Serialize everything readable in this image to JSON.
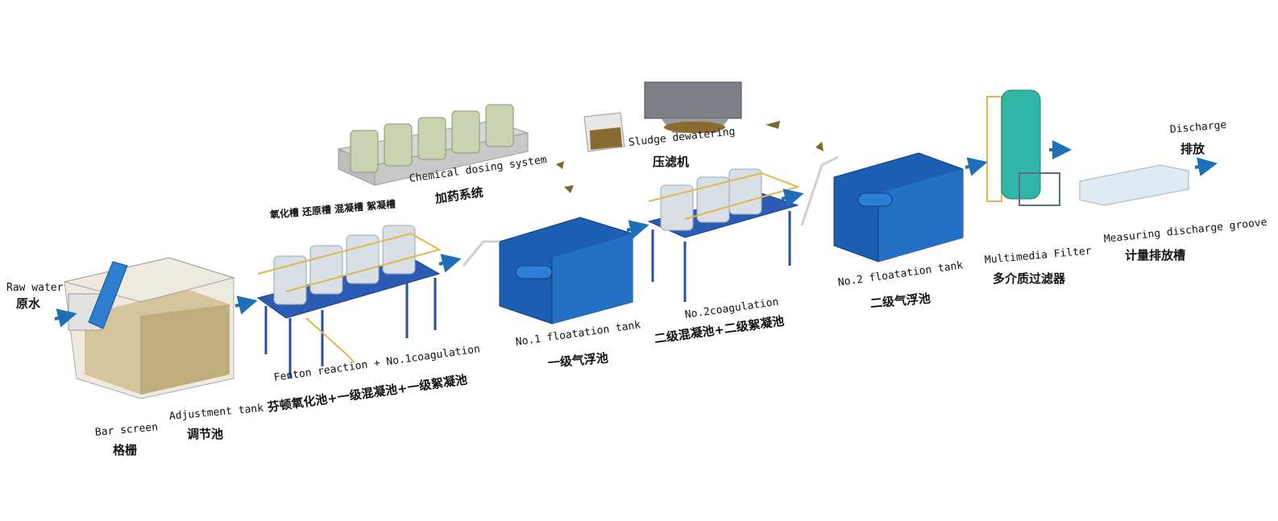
{
  "labels": {
    "raw_water_en": "Raw water",
    "raw_water_zh": "原水",
    "bar_screen_en": "Bar screen",
    "bar_screen_zh": "格栅",
    "adjustment_en": "Adjustment tank",
    "adjustment_zh": "调节池",
    "tank_names_zh": "氧化槽 还原槽 混凝槽 絮凝槽",
    "fenton_en": "Fenton reaction + No.1coagulation",
    "fenton_zh": "芬顿氧化池+一级混凝池+一级絮凝池",
    "chem_en": "Chemical dosing system",
    "chem_zh": "加药系统",
    "float1_en": "No.1 floatation tank",
    "float1_zh": "一级气浮池",
    "sludge_en": "Sludge dewatering",
    "sludge_zh": "压滤机",
    "coag2_en": "No.2coagulation",
    "coag2_zh": "二级混凝池+二级絮凝池",
    "float2_en": "No.2 floatation tank",
    "float2_zh": "二级气浮池",
    "filter_en": "Multimedia Filter",
    "filter_zh": "多介质过滤器",
    "discharge_en": "Discharge",
    "discharge_zh": "排放",
    "measure_en": "Measuring discharge groove",
    "measure_zh": "计量排放槽"
  },
  "colors": {
    "flow_arrow": "#1f6fb8",
    "sludge_arrow": "#7a6a2a",
    "tank_blue": "#1a5fb4",
    "frame_blue": "#2a4fa0",
    "rail_yellow": "#e0b84a",
    "sludge_brown": "#8a6a2e",
    "tank_green": "#2fb6a4",
    "glass": "#cfd8e0"
  }
}
